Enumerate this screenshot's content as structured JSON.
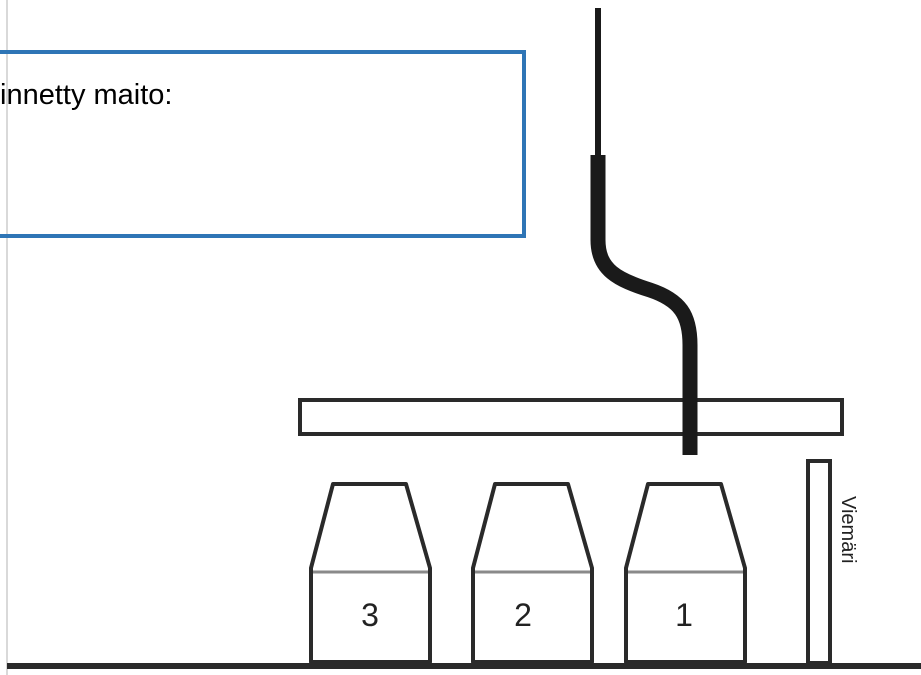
{
  "caption_box": {
    "text": "innetty maito:",
    "border_color": "#2e75b6"
  },
  "bottles": [
    {
      "label": "3"
    },
    {
      "label": "2"
    },
    {
      "label": "1"
    }
  ],
  "drain": {
    "label": "Viemäri"
  },
  "colors": {
    "line": "#1a1a1a",
    "outline": "#3a3a3a",
    "fill_line": "#8a8a8a",
    "ground": "#2a2a2a"
  }
}
